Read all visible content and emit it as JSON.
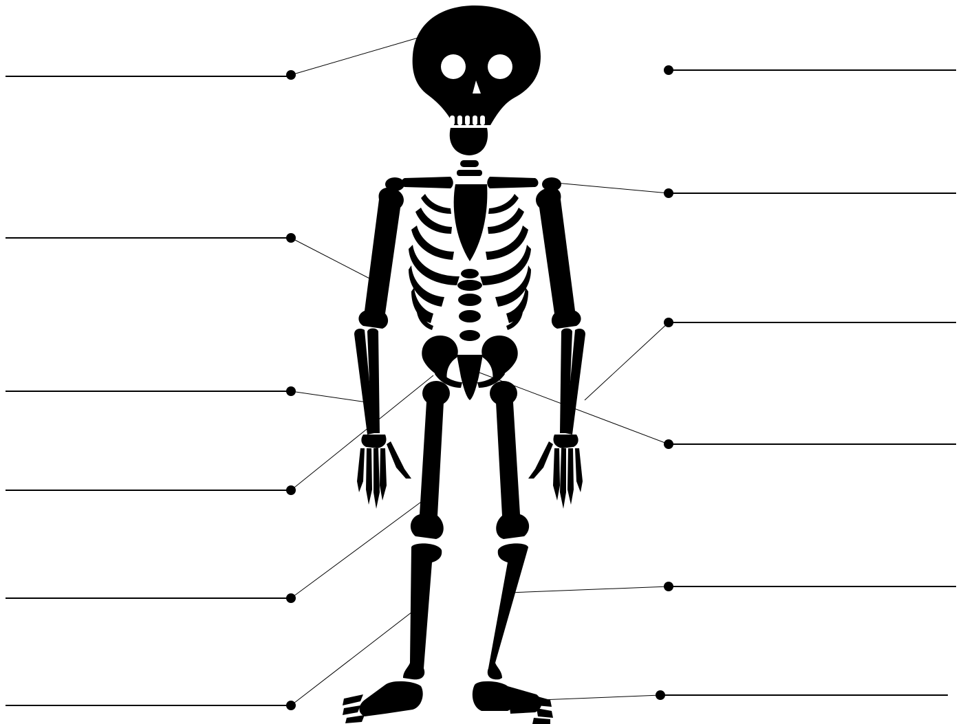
{
  "worksheet": {
    "colors": {
      "ink": "#000000",
      "paper": "#ffffff"
    },
    "leader_lines": [
      {
        "id": "label-skull",
        "side": "left",
        "answer": ""
      },
      {
        "id": "label-clavicle",
        "side": "right",
        "answer": ""
      },
      {
        "id": "label-shoulder",
        "side": "right",
        "answer": ""
      },
      {
        "id": "label-humerus",
        "side": "left",
        "answer": ""
      },
      {
        "id": "label-ulna",
        "side": "right",
        "answer": ""
      },
      {
        "id": "label-radius",
        "side": "left",
        "answer": ""
      },
      {
        "id": "label-pelvis",
        "side": "left",
        "answer": ""
      },
      {
        "id": "label-sacrum",
        "side": "right",
        "answer": ""
      },
      {
        "id": "label-femur",
        "side": "left",
        "answer": ""
      },
      {
        "id": "label-tibia",
        "side": "left",
        "answer": ""
      },
      {
        "id": "label-fibula",
        "side": "right",
        "answer": ""
      },
      {
        "id": "label-foot",
        "side": "right",
        "answer": ""
      }
    ]
  }
}
